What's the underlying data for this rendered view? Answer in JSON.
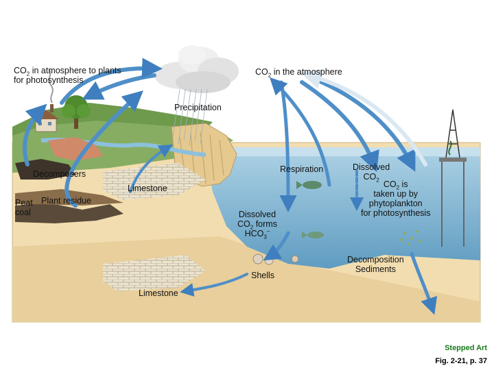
{
  "labels": {
    "co2_to_plants_1": "CO",
    "co2_to_plants_1b": "in atmosphere to plants",
    "co2_to_plants_2": "for photosynthesis",
    "co2_atmosphere_a": "CO",
    "co2_atmosphere_b": "in the atmosphere",
    "precipitation": "Precipitation",
    "decomposers": "Decomposers",
    "limestone_upper": "Limestone",
    "peat": "Peat",
    "coal": "coal",
    "plant_residue": "Plant residue",
    "respiration": "Respiration",
    "dissolved_1": "Dissolved",
    "dissolved_2": "CO",
    "co2_taken_1": "CO",
    "co2_taken_1b": "is",
    "co2_taken_2": "taken up by",
    "co2_taken_3": "phytoplankton",
    "co2_taken_4": "for photosynthesis",
    "dissolved_forms_1": "Dissolved",
    "dissolved_forms_2": "CO",
    "dissolved_forms_2b": "forms",
    "dissolved_forms_3": "HCO",
    "sub2": "2",
    "sub3": "3",
    "sup_minus": "–",
    "shells": "Shells",
    "decomposition": "Decomposition",
    "sediments": "Sediments",
    "limestone_lower": "Limestone"
  },
  "credits": {
    "stepped_art": "Stepped Art",
    "figure_ref": "Fig. 2-21, p. 37"
  },
  "colors": {
    "stepped_art": "#1a7a1a",
    "figure_ref": "#000000",
    "sky": "#b8d6e8",
    "ocean": "#6fa8c8",
    "sand": "#f1dcae",
    "grass": "#7da65a",
    "arrow": "#4f8fc8"
  }
}
